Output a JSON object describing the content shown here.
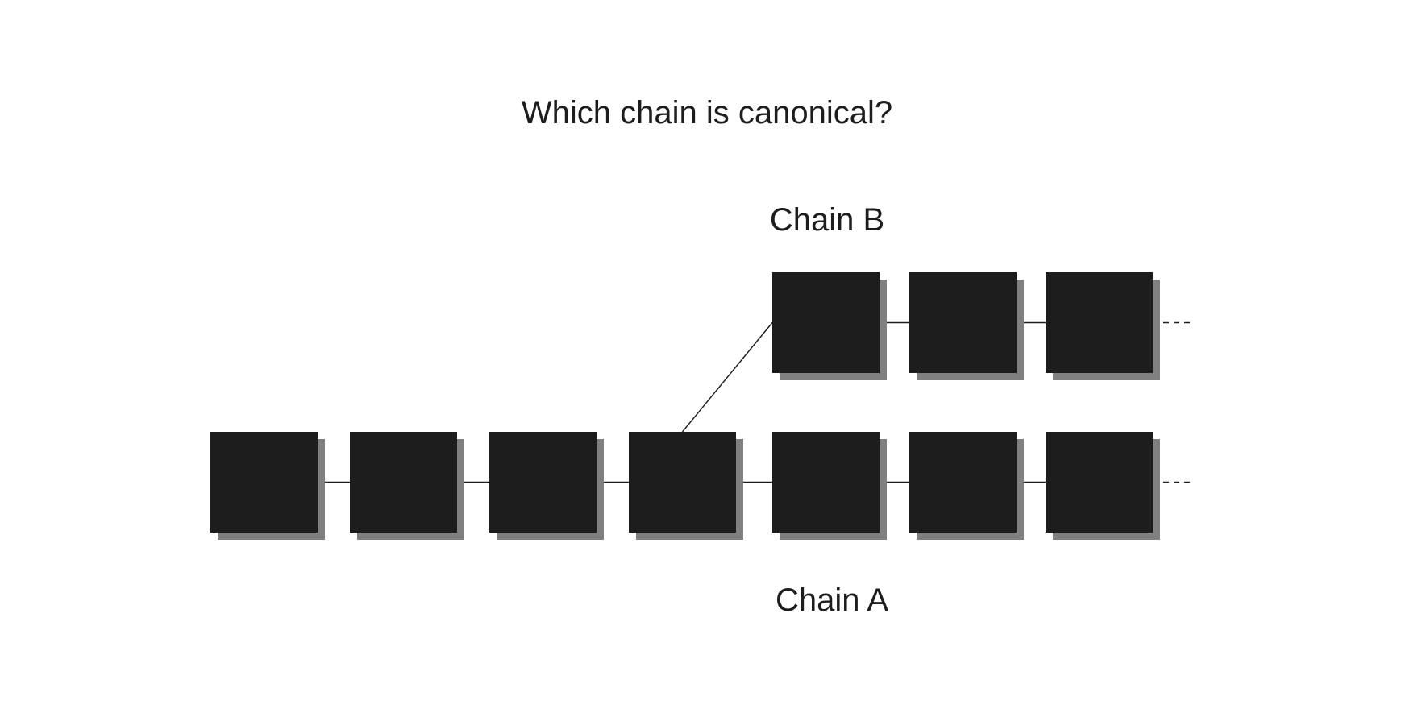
{
  "title": "Which chain is canonical?",
  "colors": {
    "block": "#1d1d1d",
    "shadow": "#808080",
    "line": "#1d1d1d",
    "text": "#1d1d1d",
    "background": "#ffffff"
  },
  "shared_prefix": {
    "block_count": 4
  },
  "chains": [
    {
      "id": "chain-a",
      "label": "Chain A",
      "block_count": 3,
      "continues": true
    },
    {
      "id": "chain-b",
      "label": "Chain B",
      "block_count": 3,
      "continues": true,
      "fork_after_block": 4
    }
  ]
}
